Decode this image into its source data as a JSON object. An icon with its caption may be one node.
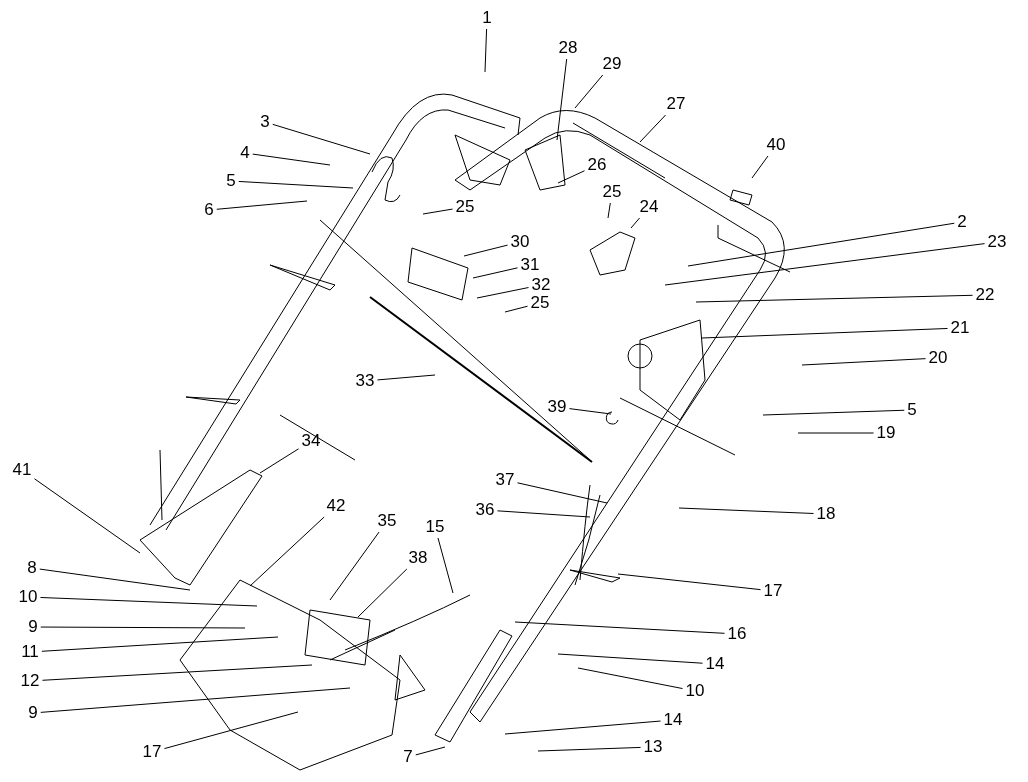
{
  "diagram": {
    "nodes": [
      {
        "text": [
          "1"
        ]
      },
      {
        "text": [
          "28"
        ]
      },
      {
        "text": [
          "29"
        ]
      },
      {
        "text": [
          "27"
        ]
      },
      {
        "text": [
          "3"
        ]
      },
      {
        "text": [
          "4"
        ]
      },
      {
        "text": [
          "5"
        ]
      },
      {
        "text": [
          "26"
        ]
      },
      {
        "text": [
          "40"
        ]
      },
      {
        "text": [
          "6"
        ]
      },
      {
        "text": [
          "25"
        ]
      },
      {
        "text": [
          "25"
        ]
      },
      {
        "text": [
          "24"
        ]
      },
      {
        "text": [
          "2"
        ]
      },
      {
        "text": [
          "30"
        ]
      },
      {
        "text": [
          "23"
        ]
      },
      {
        "text": [
          "31"
        ]
      },
      {
        "text": [
          "32"
        ]
      },
      {
        "text": [
          "22"
        ]
      },
      {
        "text": [
          "25"
        ]
      },
      {
        "text": [
          "21"
        ]
      },
      {
        "text": [
          "20"
        ]
      },
      {
        "text": [
          "33"
        ]
      },
      {
        "text": [
          "39"
        ]
      },
      {
        "text": [
          "5"
        ]
      },
      {
        "text": [
          "19"
        ]
      },
      {
        "text": [
          "34"
        ]
      },
      {
        "text": [
          "41"
        ]
      },
      {
        "text": [
          "37"
        ]
      },
      {
        "text": [
          "36"
        ]
      },
      {
        "text": [
          "18"
        ]
      },
      {
        "text": [
          "42"
        ]
      },
      {
        "text": [
          "35"
        ]
      },
      {
        "text": [
          "15"
        ]
      },
      {
        "text": [
          "38"
        ]
      },
      {
        "text": [
          "8"
        ]
      },
      {
        "text": [
          "17"
        ]
      },
      {
        "text": [
          "10"
        ]
      },
      {
        "text": [
          "16"
        ]
      },
      {
        "text": [
          "9"
        ]
      },
      {
        "text": [
          "11"
        ]
      },
      {
        "text": [
          "14"
        ]
      },
      {
        "text": [
          "12"
        ]
      },
      {
        "text": [
          "10"
        ]
      },
      {
        "text": [
          "9"
        ]
      },
      {
        "text": [
          "14"
        ]
      },
      {
        "text": [
          "17"
        ]
      },
      {
        "text": [
          "7"
        ]
      },
      {
        "text": [
          "13"
        ]
      }
    ],
    "edges": [
      {
        "from": 0,
        "to": null,
        "arrow": "none"
      },
      {
        "from": 1,
        "to": null,
        "arrow": "none"
      },
      {
        "from": 2,
        "to": null,
        "arrow": "none"
      },
      {
        "from": 3,
        "to": null,
        "arrow": "none"
      },
      {
        "from": 4,
        "to": null,
        "arrow": "none"
      },
      {
        "from": 5,
        "to": null,
        "arrow": "none"
      },
      {
        "from": 6,
        "to": null,
        "arrow": "none"
      },
      {
        "from": 7,
        "to": null,
        "arrow": "none"
      },
      {
        "from": 8,
        "to": null,
        "arrow": "none"
      },
      {
        "from": 9,
        "to": null,
        "arrow": "none"
      },
      {
        "from": 10,
        "to": null,
        "arrow": "none"
      },
      {
        "from": 11,
        "to": null,
        "arrow": "none"
      },
      {
        "from": 12,
        "to": null,
        "arrow": "none"
      },
      {
        "from": 13,
        "to": null,
        "arrow": "none"
      },
      {
        "from": 14,
        "to": null,
        "arrow": "none"
      },
      {
        "from": 15,
        "to": null,
        "arrow": "none"
      },
      {
        "from": 16,
        "to": null,
        "arrow": "none"
      },
      {
        "from": 17,
        "to": null,
        "arrow": "none"
      },
      {
        "from": 18,
        "to": null,
        "arrow": "none"
      },
      {
        "from": 19,
        "to": null,
        "arrow": "none"
      },
      {
        "from": 20,
        "to": null,
        "arrow": "none"
      },
      {
        "from": 21,
        "to": null,
        "arrow": "none"
      },
      {
        "from": 22,
        "to": null,
        "arrow": "none"
      },
      {
        "from": 23,
        "to": null,
        "arrow": "none"
      },
      {
        "from": 24,
        "to": null,
        "arrow": "none"
      },
      {
        "from": 25,
        "to": null,
        "arrow": "none"
      },
      {
        "from": 26,
        "to": null,
        "arrow": "none"
      },
      {
        "from": 27,
        "to": null,
        "arrow": "none"
      },
      {
        "from": 28,
        "to": null,
        "arrow": "none"
      },
      {
        "from": 29,
        "to": null,
        "arrow": "none"
      },
      {
        "from": 30,
        "to": null,
        "arrow": "none"
      },
      {
        "from": 31,
        "to": null,
        "arrow": "none"
      },
      {
        "from": 32,
        "to": null,
        "arrow": "none"
      },
      {
        "from": 33,
        "to": null,
        "arrow": "none"
      },
      {
        "from": 34,
        "to": null,
        "arrow": "none"
      },
      {
        "from": 35,
        "to": null,
        "arrow": "none"
      },
      {
        "from": 36,
        "to": null,
        "arrow": "none"
      },
      {
        "from": 37,
        "to": null,
        "arrow": "none"
      },
      {
        "from": 38,
        "to": null,
        "arrow": "none"
      },
      {
        "from": 39,
        "to": null,
        "arrow": "none"
      },
      {
        "from": 40,
        "to": null,
        "arrow": "none"
      },
      {
        "from": 41,
        "to": null,
        "arrow": "none"
      },
      {
        "from": 42,
        "to": null,
        "arrow": "none"
      },
      {
        "from": 43,
        "to": null,
        "arrow": "none"
      },
      {
        "from": 44,
        "to": null,
        "arrow": "none"
      },
      {
        "from": 45,
        "to": null,
        "arrow": "none"
      },
      {
        "from": 46,
        "to": null,
        "arrow": "none"
      },
      {
        "from": 47,
        "to": null,
        "arrow": "none"
      },
      {
        "from": 48,
        "to": null,
        "arrow": "none"
      }
    ]
  }
}
